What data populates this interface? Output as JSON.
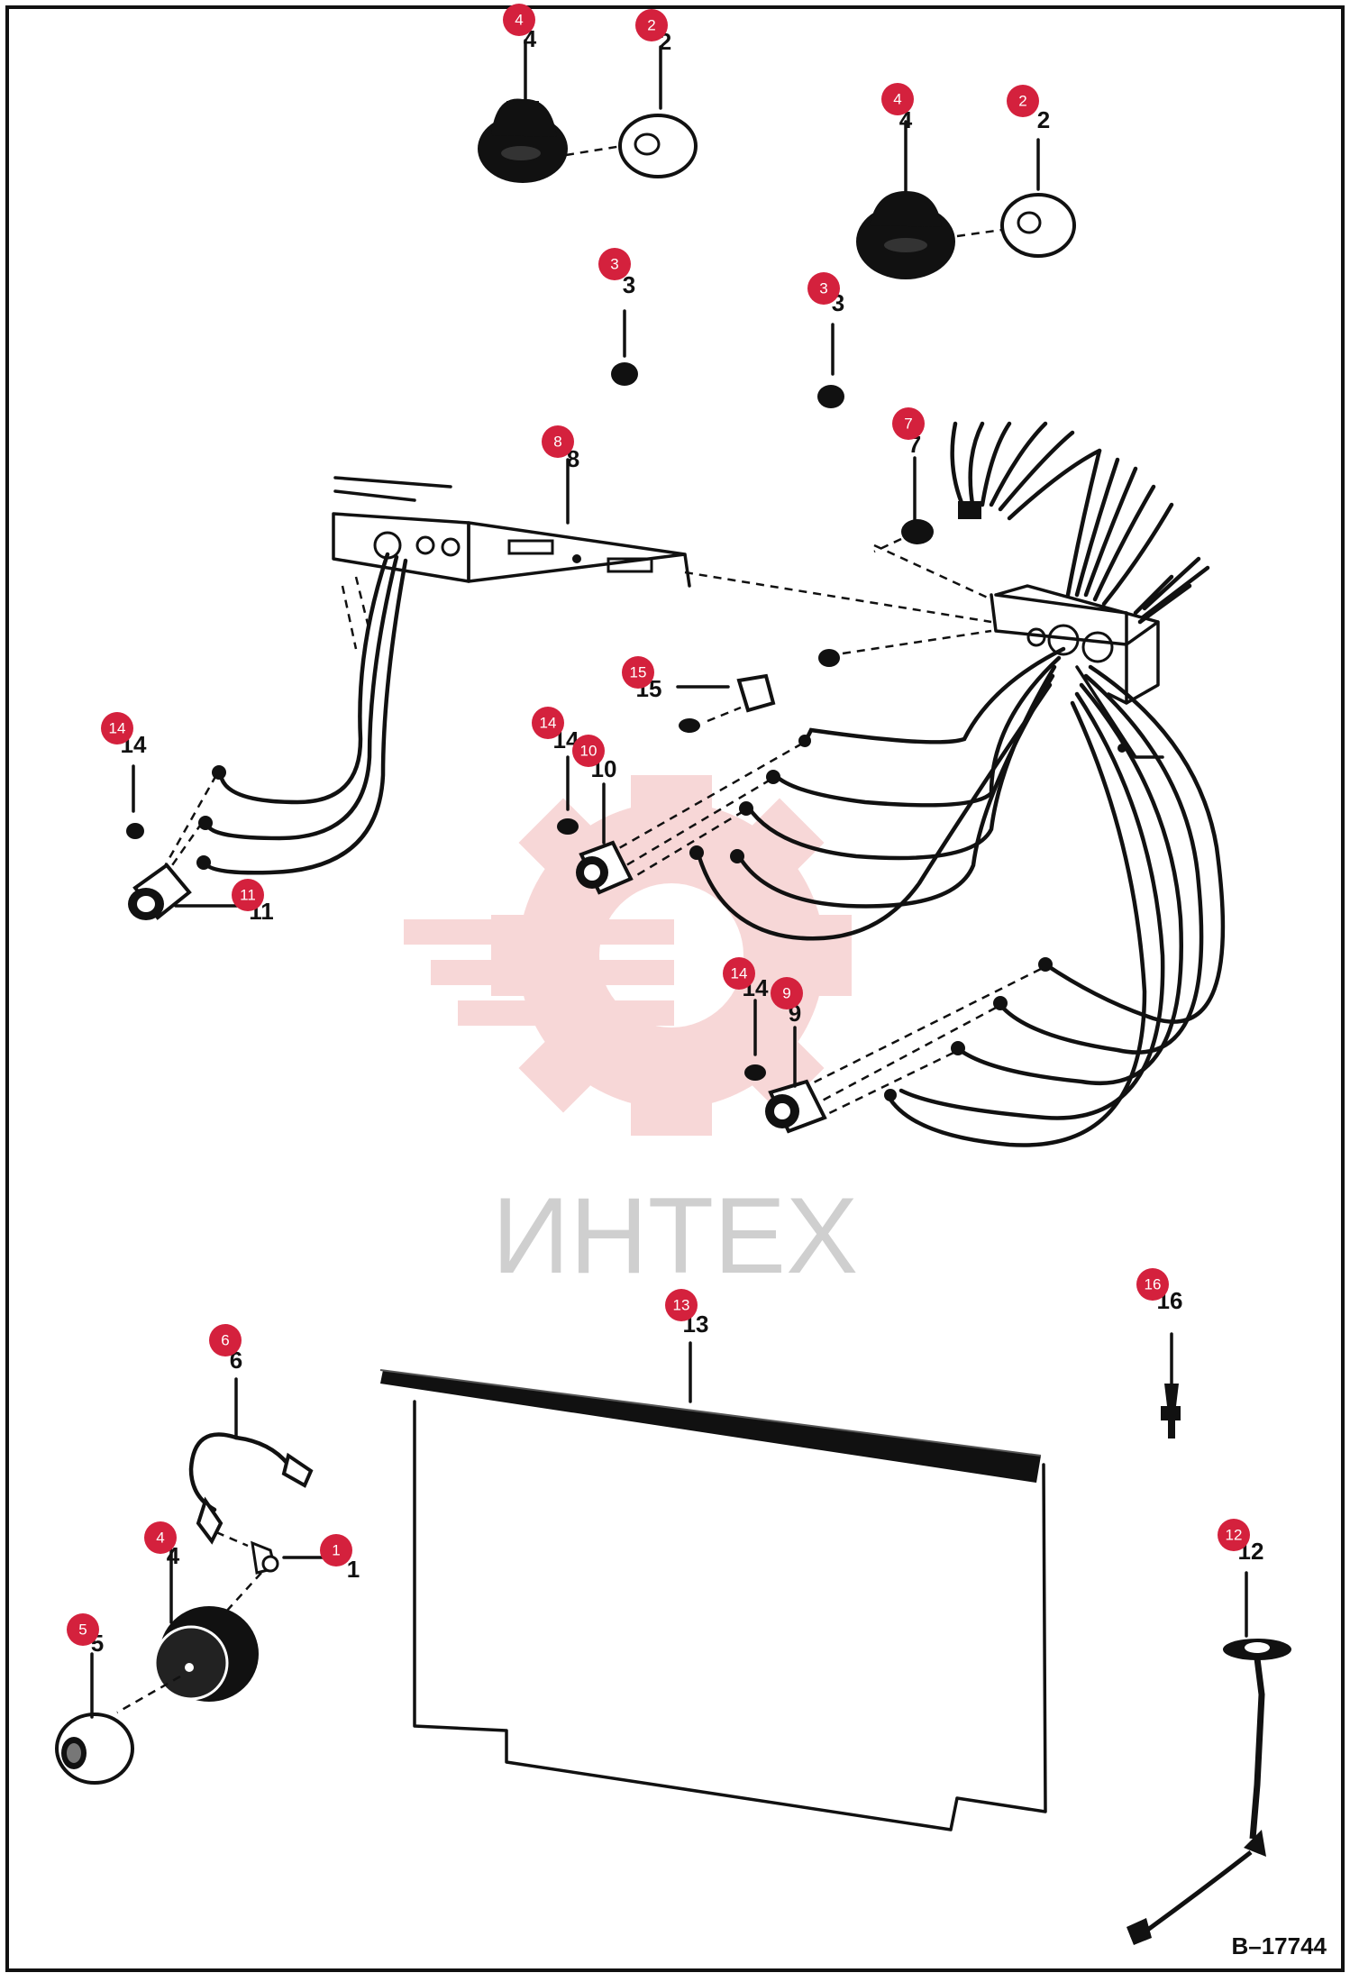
{
  "diagram": {
    "drawing_id": "B–17744",
    "watermark_text": "ИНТЕХ",
    "colors": {
      "callout": "#d4213d",
      "ink": "#111111",
      "watermark": "#f2c4c4"
    },
    "callouts": [
      {
        "num": "1"
      },
      {
        "num": "2"
      },
      {
        "num": "2"
      },
      {
        "num": "3"
      },
      {
        "num": "3"
      },
      {
        "num": "4"
      },
      {
        "num": "4"
      },
      {
        "num": "4"
      },
      {
        "num": "5"
      },
      {
        "num": "6"
      },
      {
        "num": "7"
      },
      {
        "num": "8"
      },
      {
        "num": "9"
      },
      {
        "num": "10"
      },
      {
        "num": "11"
      },
      {
        "num": "12"
      },
      {
        "num": "13"
      },
      {
        "num": "14"
      },
      {
        "num": "14"
      },
      {
        "num": "14"
      },
      {
        "num": "15"
      },
      {
        "num": "16"
      }
    ]
  }
}
